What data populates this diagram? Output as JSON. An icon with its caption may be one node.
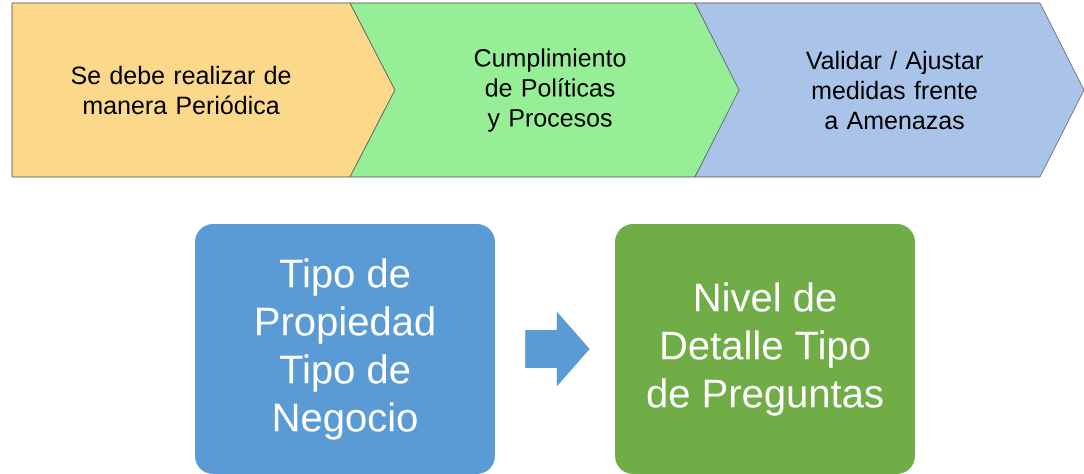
{
  "diagram": {
    "nodes": [
      {
        "text": [
          "Se debe realizar de manera Periódica"
        ]
      },
      {
        "text": [
          "Cumplimiento de Políticas y Procesos"
        ]
      },
      {
        "text": [
          "Validar / Ajustar medidas frente a Amenazas"
        ]
      },
      {
        "text": [
          "Tipo de Propiedad",
          "Tipo de Negocio"
        ]
      },
      {
        "text": [
          "Nivel de Detalle Tipo de Preguntas"
        ]
      }
    ],
    "edges": [
      {
        "from": 3,
        "to": 4,
        "arrow": "to"
      }
    ]
  }
}
